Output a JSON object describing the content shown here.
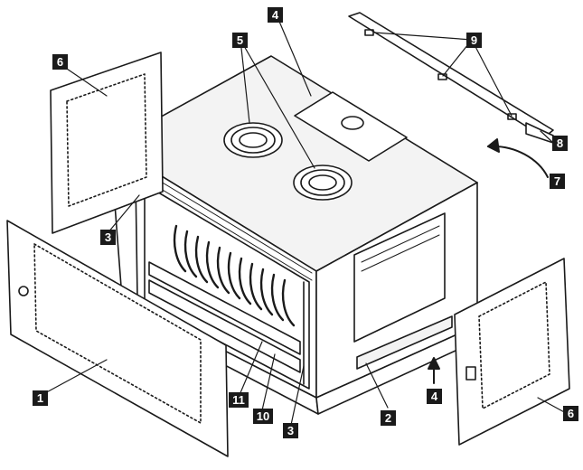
{
  "diagram": {
    "colors": {
      "ink": "#1a1a1a",
      "paper": "#ffffff",
      "panel": "#f3f3f3",
      "callout_bg": "#1a1a1a",
      "callout_text": "#ffffff"
    },
    "callouts": [
      {
        "id": "c1",
        "label": "1"
      },
      {
        "id": "c2",
        "label": "2"
      },
      {
        "id": "c3a",
        "label": "3"
      },
      {
        "id": "c3b",
        "label": "3"
      },
      {
        "id": "c4a",
        "label": "4"
      },
      {
        "id": "c4b",
        "label": "4"
      },
      {
        "id": "c5",
        "label": "5"
      },
      {
        "id": "c6a",
        "label": "6"
      },
      {
        "id": "c6b",
        "label": "6"
      },
      {
        "id": "c7",
        "label": "7"
      },
      {
        "id": "c8",
        "label": "8"
      },
      {
        "id": "c9",
        "label": "9"
      },
      {
        "id": "c10",
        "label": "10"
      },
      {
        "id": "c11",
        "label": "11"
      }
    ]
  }
}
